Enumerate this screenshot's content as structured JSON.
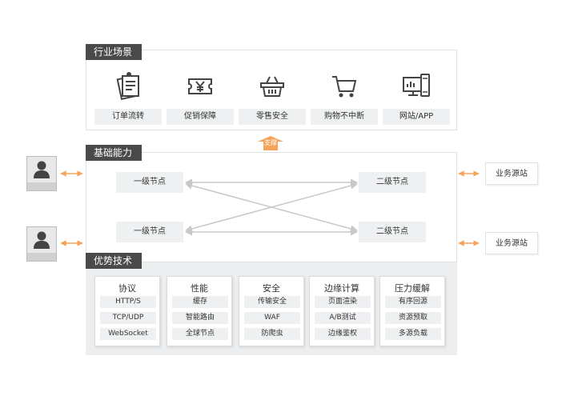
{
  "sections": {
    "scenarios": "行业场景",
    "capabilities": "基础能力",
    "advantages": "优势技术"
  },
  "scenarios": [
    {
      "label": "订单流转",
      "icon": "order-document-icon"
    },
    {
      "label": "促销保障",
      "icon": "yen-coupon-icon"
    },
    {
      "label": "零售安全",
      "icon": "shopping-basket-icon"
    },
    {
      "label": "购物不中断",
      "icon": "shopping-cart-icon"
    },
    {
      "label": "网站/APP",
      "icon": "monitor-phone-icon"
    }
  ],
  "support_label": "支撑",
  "nodes": {
    "level1_a": "一级节点",
    "level1_b": "一级节点",
    "level2_a": "二级节点",
    "level2_b": "二级节点"
  },
  "business_sites": [
    "业务源站",
    "业务源站"
  ],
  "advantages": [
    {
      "title": "协议",
      "items": [
        "HTTP/S",
        "TCP/UDP",
        "WebSocket"
      ]
    },
    {
      "title": "性能",
      "items": [
        "缓存",
        "智能路由",
        "全球节点"
      ]
    },
    {
      "title": "安全",
      "items": [
        "传输安全",
        "WAF",
        "防爬虫"
      ]
    },
    {
      "title": "边缘计算",
      "items": [
        "页面渲染",
        "A/B测试",
        "边缘鉴权"
      ]
    },
    {
      "title": "压力缓解",
      "items": [
        "有序回源",
        "资源预取",
        "多源负载"
      ]
    }
  ],
  "colors": {
    "accent": "#f5a35a",
    "tag": "#4a4a4a",
    "label_bg": "#eef0f2",
    "line": "#c8c8c8"
  }
}
